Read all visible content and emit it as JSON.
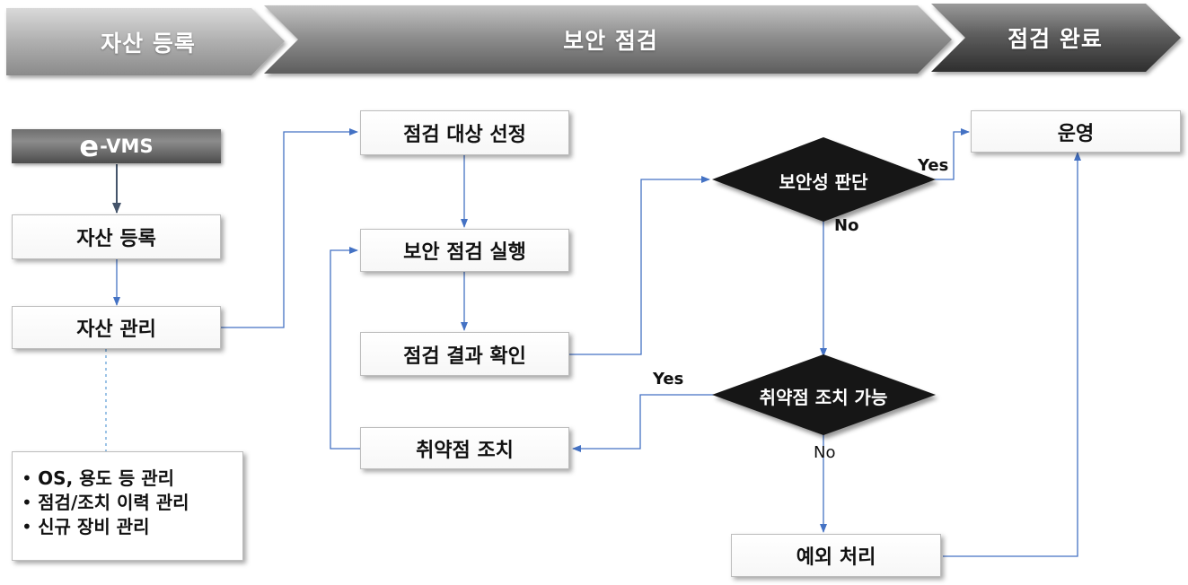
{
  "phases": [
    {
      "label": "자산 등록"
    },
    {
      "label": "보안 점검"
    },
    {
      "label": "점검 완료"
    }
  ],
  "left": {
    "logo": {
      "e": "e",
      "rest": "-VMS"
    },
    "asset_register": "자산 등록",
    "asset_manage": "자산 관리",
    "notes": [
      "OS, 용도 등 관리",
      "점검/조치 이력 관리",
      "신규 장비 관리"
    ]
  },
  "middle": {
    "select_target": "점검 대상 선정",
    "run_check": "보안 점검 실행",
    "check_result": "점검 결과 확인",
    "vuln_action": "취약점 조치"
  },
  "right": {
    "security_decision": "보안성 판단",
    "vuln_possible": "취약점 조치 가능",
    "operation": "운영",
    "exception": "예외 처리"
  },
  "edge_labels": {
    "decision_yes": "Yes",
    "decision_no": "No",
    "vuln_yes": "Yes",
    "vuln_no": "No"
  },
  "colors": {
    "arrow": "#4472c4",
    "dotted": "#5b9bd5",
    "diamond": "#141414"
  }
}
